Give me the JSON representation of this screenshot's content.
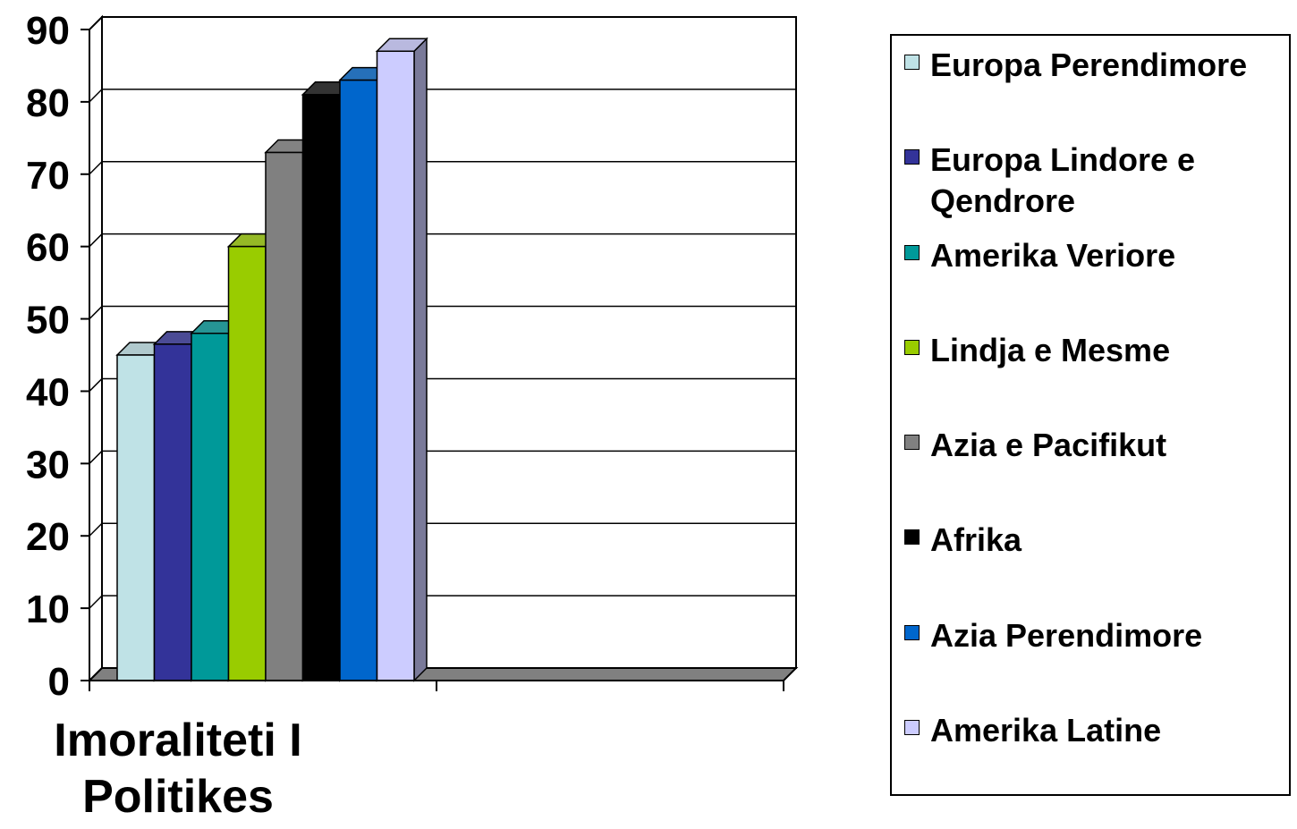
{
  "chart_data": {
    "type": "bar",
    "categories": [
      "Imoraliteti I Politikes",
      ""
    ],
    "series": [
      {
        "name": "Europa Perendimore",
        "values": [
          45,
          0
        ],
        "color": "#bfe2e6"
      },
      {
        "name": "Europa Lindore e Qendrore",
        "values": [
          46.5,
          0
        ],
        "color": "#333399"
      },
      {
        "name": "Amerika Veriore",
        "values": [
          48,
          0
        ],
        "color": "#009999"
      },
      {
        "name": "Lindja e Mesme",
        "values": [
          60,
          0
        ],
        "color": "#99cc00"
      },
      {
        "name": "Azia e Pacifikut",
        "values": [
          73,
          0
        ],
        "color": "#808080"
      },
      {
        "name": "Afrika",
        "values": [
          81,
          0
        ],
        "color": "#000000"
      },
      {
        "name": "Azia Perendimore",
        "values": [
          83,
          0
        ],
        "color": "#0066cc"
      },
      {
        "name": "Amerika Latine",
        "values": [
          87,
          0
        ],
        "color": "#ccccff"
      }
    ],
    "yticks": [
      "0",
      "10",
      "20",
      "30",
      "40",
      "50",
      "60",
      "70",
      "80",
      "90"
    ],
    "ylim": [
      0,
      90
    ],
    "grid": true,
    "legend": "right",
    "style": "3d-column"
  }
}
